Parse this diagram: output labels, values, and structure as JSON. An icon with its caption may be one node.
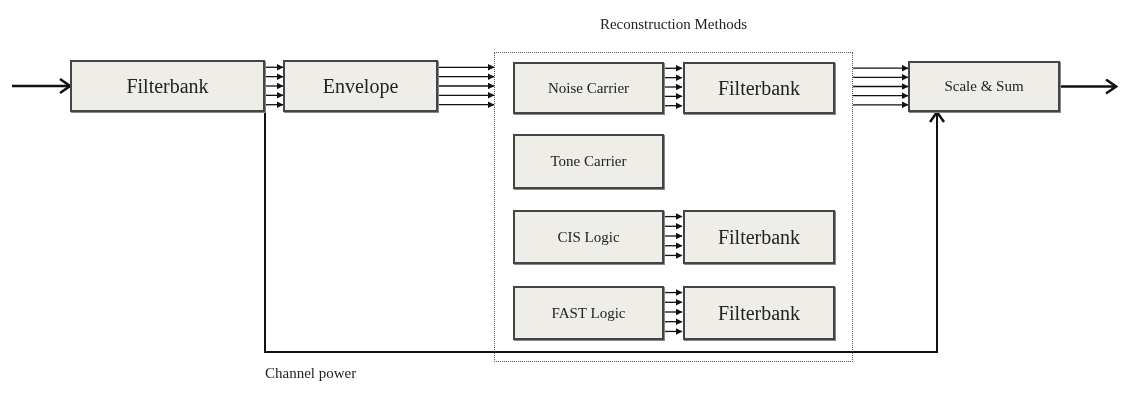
{
  "diagram": {
    "nodes": [
      {
        "text": [
          "Filterbank"
        ]
      },
      {
        "text": [
          "Envelope"
        ]
      },
      {
        "text": [
          "Reconstruction Methods"
        ]
      },
      {
        "text": [
          "Noise Carrier"
        ],
        "in": 2
      },
      {
        "text": [
          "Filterbank"
        ],
        "in": 2
      },
      {
        "text": [
          "Tone Carrier"
        ],
        "in": 2
      },
      {
        "text": [
          "CIS Logic"
        ],
        "in": 2
      },
      {
        "text": [
          "Filterbank"
        ],
        "in": 2
      },
      {
        "text": [
          "FAST Logic"
        ],
        "in": 2
      },
      {
        "text": [
          "Filterbank"
        ],
        "in": 2
      },
      {
        "text": [
          "Scale & Sum"
        ]
      }
    ],
    "edges": [
      {
        "from": null,
        "to": 0,
        "arrow": "to"
      },
      {
        "from": 0,
        "to": 1,
        "arrow": "to"
      },
      {
        "from": 0,
        "to": 1,
        "arrow": "to"
      },
      {
        "from": 0,
        "to": 1,
        "arrow": "to"
      },
      {
        "from": 0,
        "to": 1,
        "arrow": "to"
      },
      {
        "from": 0,
        "to": 1,
        "arrow": "to"
      },
      {
        "from": 1,
        "to": 2,
        "arrow": "to"
      },
      {
        "from": 1,
        "to": 2,
        "arrow": "to"
      },
      {
        "from": 1,
        "to": 2,
        "arrow": "to"
      },
      {
        "from": 1,
        "to": 2,
        "arrow": "to"
      },
      {
        "from": 1,
        "to": 2,
        "arrow": "to"
      },
      {
        "from": 3,
        "to": 4,
        "arrow": "to"
      },
      {
        "from": 3,
        "to": 4,
        "arrow": "to"
      },
      {
        "from": 3,
        "to": 4,
        "arrow": "to"
      },
      {
        "from": 3,
        "to": 4,
        "arrow": "to"
      },
      {
        "from": 3,
        "to": 4,
        "arrow": "to"
      },
      {
        "from": 6,
        "to": 7,
        "arrow": "to"
      },
      {
        "from": 6,
        "to": 7,
        "arrow": "to"
      },
      {
        "from": 6,
        "to": 7,
        "arrow": "to"
      },
      {
        "from": 6,
        "to": 7,
        "arrow": "to"
      },
      {
        "from": 6,
        "to": 7,
        "arrow": "to"
      },
      {
        "from": 8,
        "to": 9,
        "arrow": "to"
      },
      {
        "from": 8,
        "to": 9,
        "arrow": "to"
      },
      {
        "from": 8,
        "to": 9,
        "arrow": "to"
      },
      {
        "from": 8,
        "to": 9,
        "arrow": "to"
      },
      {
        "from": 8,
        "to": 9,
        "arrow": "to"
      },
      {
        "from": 2,
        "to": 10,
        "arrow": "to"
      },
      {
        "from": 2,
        "to": 10,
        "arrow": "to"
      },
      {
        "from": 2,
        "to": 10,
        "arrow": "to"
      },
      {
        "from": 2,
        "to": 10,
        "arrow": "to"
      },
      {
        "from": 2,
        "to": 10,
        "arrow": "to"
      },
      {
        "from": 10,
        "to": null,
        "arrow": "to"
      },
      {
        "from": 0,
        "to": 10,
        "arrow": "to",
        "label": "Channel power"
      }
    ]
  }
}
